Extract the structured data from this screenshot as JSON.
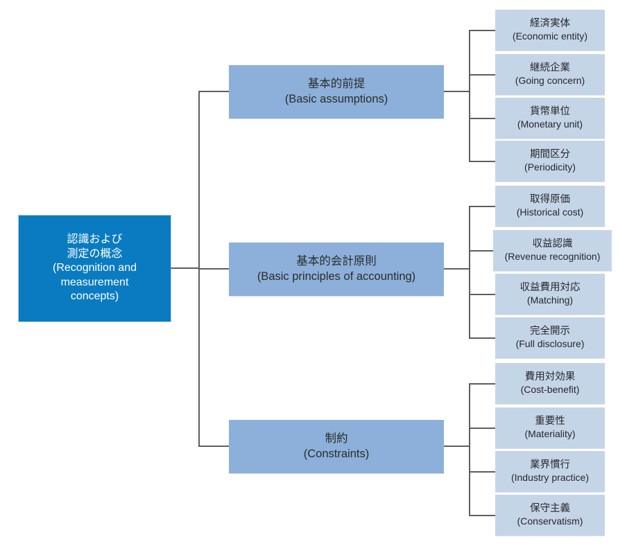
{
  "diagram": {
    "title": "Recognition and measurement concepts",
    "type": "hierarchy-tree",
    "colors": {
      "root_fill": "#0a7bc0",
      "root_text": "#ffffff",
      "level2_fill": "#8cb0da",
      "level2_text": "#2b2b2b",
      "leaf_fill": "#c5d5e8",
      "leaf_text": "#26262a",
      "connector": "#5d5d5d",
      "background": "#ffffff"
    }
  },
  "root": {
    "jp": "認識および",
    "jp2": "測定の概念",
    "en_line1": "(Recognition and",
    "en_line2": "measurement",
    "en_line3": "concepts)"
  },
  "branches": [
    {
      "jp": "基本的前提",
      "en": "(Basic assumptions)",
      "children": [
        {
          "jp": "経済実体",
          "en": "(Economic entity)"
        },
        {
          "jp": "継続企業",
          "en": "(Going concern)"
        },
        {
          "jp": "貨幣単位",
          "en": "(Monetary unit)"
        },
        {
          "jp": "期間区分",
          "en": "(Periodicity)"
        }
      ]
    },
    {
      "jp": "基本的会計原則",
      "en": "(Basic principles of accounting)",
      "children": [
        {
          "jp": "取得原価",
          "en": "(Historical cost)"
        },
        {
          "jp": "収益認識",
          "en": "(Revenue recognition)"
        },
        {
          "jp": "収益費用対応",
          "en": "(Matching)"
        },
        {
          "jp": "完全開示",
          "en": "(Full disclosure)"
        }
      ]
    },
    {
      "jp": "制約",
      "en": "(Constraints)",
      "children": [
        {
          "jp": "費用対効果",
          "en": "(Cost-benefit)"
        },
        {
          "jp": "重要性",
          "en": "(Materiality)"
        },
        {
          "jp": "業界慣行",
          "en": "(Industry practice)"
        },
        {
          "jp": "保守主義",
          "en": "(Conservatism)"
        }
      ]
    }
  ]
}
